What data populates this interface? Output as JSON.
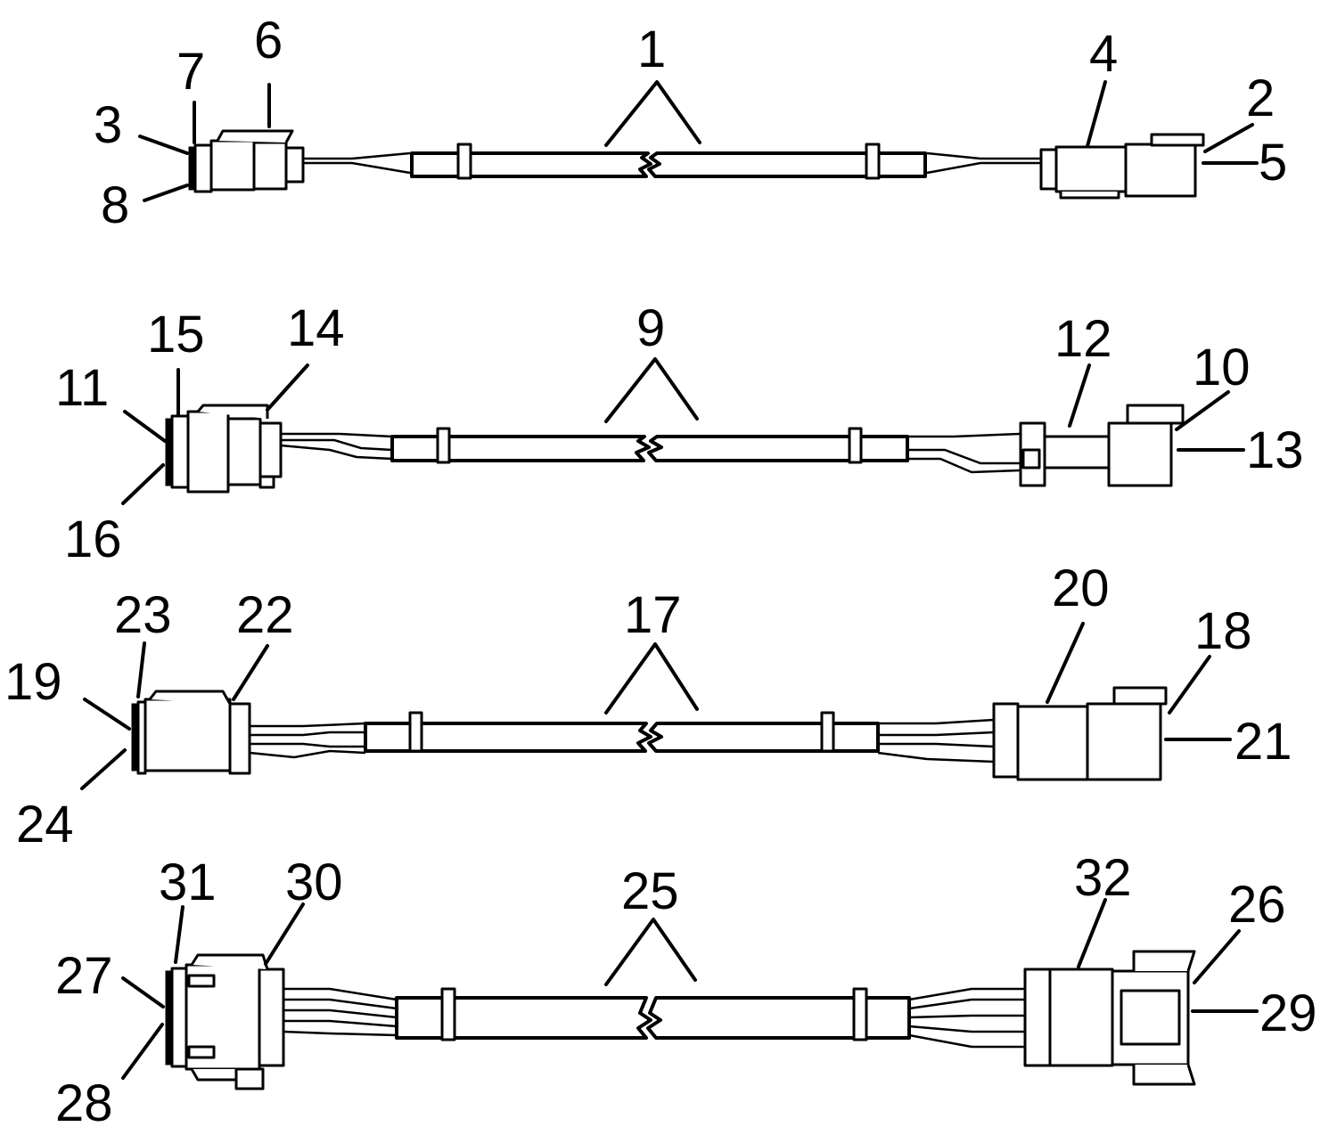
{
  "colors": {
    "ink": "#000000",
    "paper": "#ffffff"
  },
  "harnesses": [
    {
      "harness_label": "1",
      "callouts": {
        "left_seal": "3",
        "left_ring": "7",
        "left_bottom": "8",
        "left_body": "6",
        "right_lock": "4",
        "right_top": "2",
        "right_face": "5"
      }
    },
    {
      "harness_label": "9",
      "callouts": {
        "left_seal": "11",
        "left_ring": "15",
        "left_bottom": "16",
        "left_body": "14",
        "right_lock": "12",
        "right_top": "10",
        "right_face": "13"
      }
    },
    {
      "harness_label": "17",
      "callouts": {
        "left_seal": "19",
        "left_ring": "23",
        "left_bottom": "24",
        "left_body": "22",
        "right_lock": "20",
        "right_top": "18",
        "right_face": "21"
      }
    },
    {
      "harness_label": "25",
      "callouts": {
        "left_seal": "27",
        "left_ring": "31",
        "left_bottom": "28",
        "left_body": "30",
        "right_lock": "32",
        "right_top": "26",
        "right_face": "29"
      }
    }
  ]
}
